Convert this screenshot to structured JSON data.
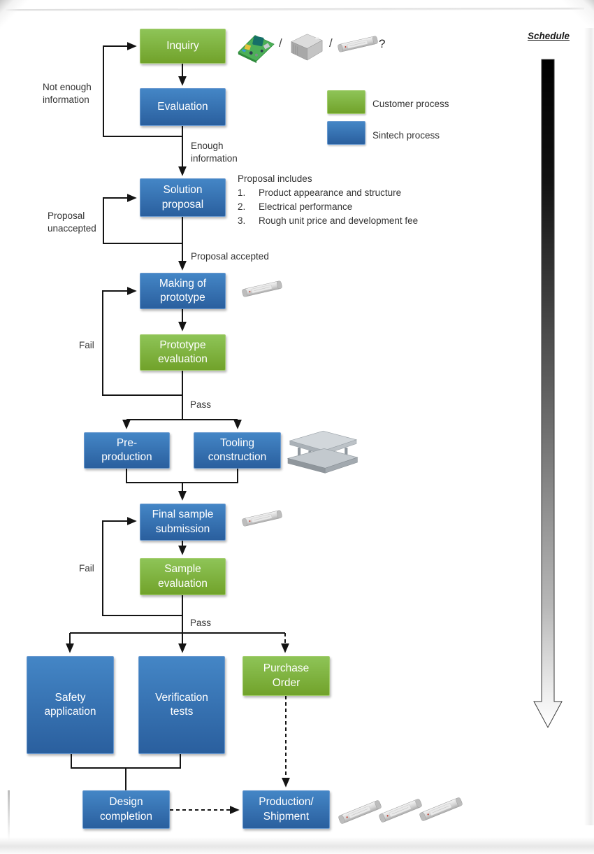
{
  "nodes": {
    "inquiry": "Inquiry",
    "evaluation": "Evaluation",
    "solution_proposal": "Solution proposal",
    "making_prototype": "Making of prototype",
    "prototype_evaluation": "Prototype evaluation",
    "pre_production": "Pre-production",
    "tooling_construction": "Tooling construction",
    "final_sample_submission": "Final sample submission",
    "sample_evaluation": "Sample evaluation",
    "safety_application": "Safety application",
    "verification_tests": "Verification tests",
    "purchase_order": "Purchase Order",
    "design_completion": "Design completion",
    "production_shipment": "Production/ Shipment"
  },
  "labels": {
    "not_enough": "Not enough information",
    "enough": "Enough information",
    "proposal_unaccepted": "Proposal unaccepted",
    "proposal_accepted": "Proposal accepted",
    "fail_prototype": "Fail",
    "pass_prototype": "Pass",
    "fail_sample": "Fail",
    "pass_sample": "Pass"
  },
  "proposal": {
    "heading": "Proposal includes",
    "items": [
      {
        "num": "1.",
        "text": "Product appearance and structure"
      },
      {
        "num": "2.",
        "text": "Electrical performance"
      },
      {
        "num": "3.",
        "text": "Rough unit price and development fee"
      }
    ]
  },
  "legend": {
    "items": [
      {
        "label": "Customer process",
        "color": "#84b840"
      },
      {
        "label": "Sintech process",
        "color": "#3374b5"
      }
    ]
  },
  "schedule": {
    "label": "Schedule"
  },
  "marks": {
    "slash1": "/",
    "slash2": "/",
    "question": "?"
  },
  "colors": {
    "customer_process": "#84b840",
    "sintech_process": "#3374b5",
    "connector": "#141414"
  },
  "images": {
    "top_row": [
      "open-frame-psu",
      "enclosed-psu",
      "led-driver"
    ],
    "prototype": "led-driver",
    "tooling": "tooling-mold",
    "final_sample": "led-driver",
    "shipment": [
      "led-driver",
      "led-driver",
      "led-driver"
    ]
  }
}
